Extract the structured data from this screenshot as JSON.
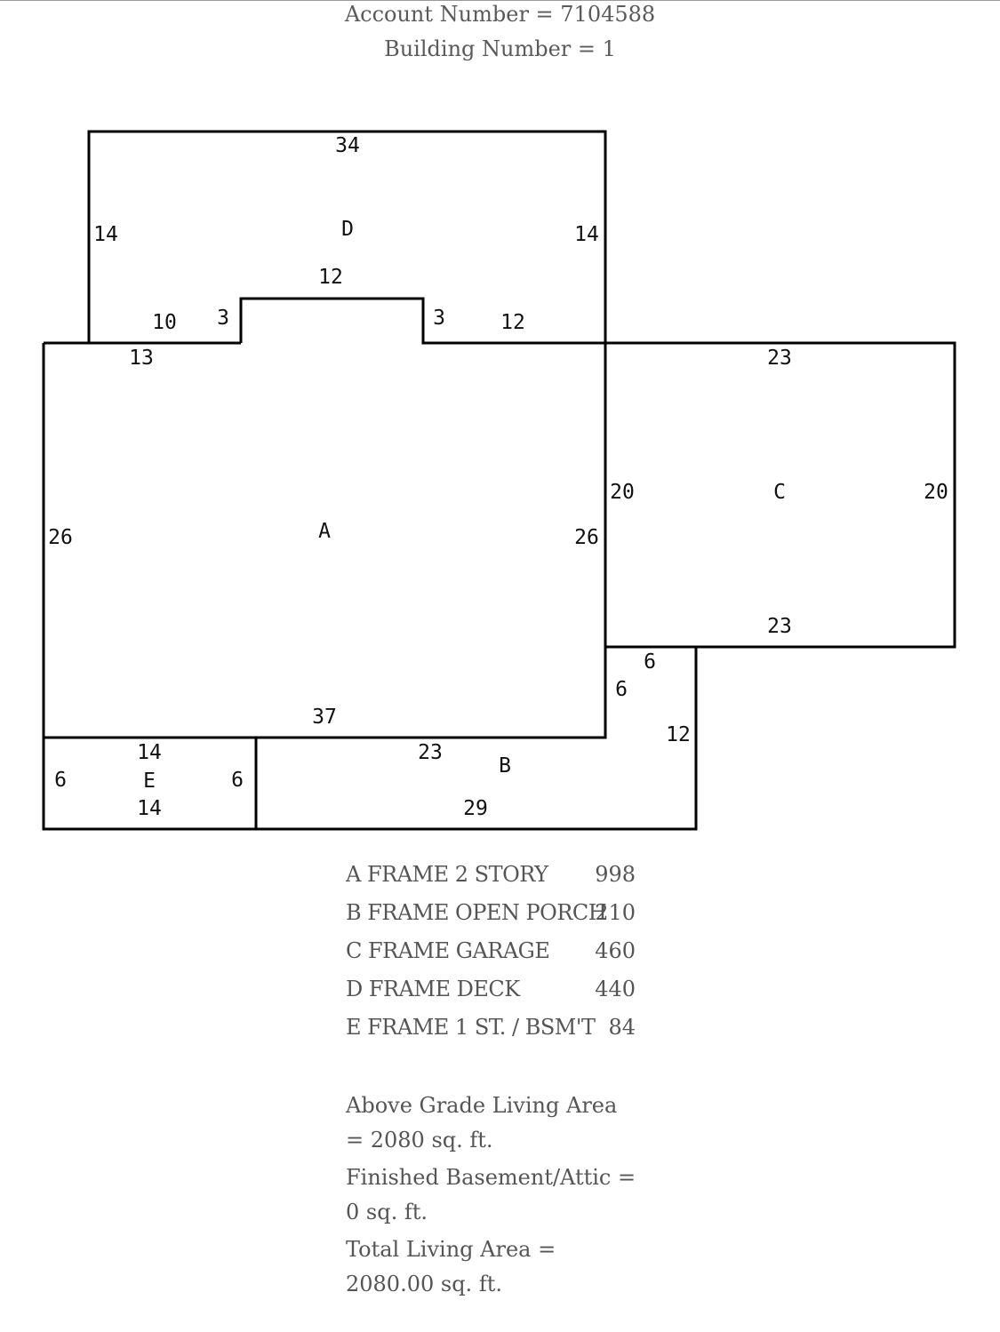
{
  "header": {
    "account": "Account Number = 7104588",
    "building": "Building Number = 1"
  },
  "sketch": {
    "section_labels": {
      "a": "A",
      "b": "B",
      "c": "C",
      "d": "D",
      "e": "E"
    },
    "dimensions": {
      "d_top": "34",
      "d_left": "14",
      "d_right": "14",
      "d_notch_top": "12",
      "d_bottom_left": "10",
      "d_notch_left": "3",
      "d_notch_right": "3",
      "d_bottom_right": "12",
      "a_top_left": "13",
      "a_left": "26",
      "a_right": "26",
      "a_bottom": "37",
      "c_top": "23",
      "c_left": "20",
      "c_right": "20",
      "c_bottom": "23",
      "b_top_step": "6",
      "b_left_step": "6",
      "b_right": "12",
      "b_top": "23",
      "b_bottom": "29",
      "e_top": "14",
      "e_left": "6",
      "e_right": "6",
      "e_bottom": "14"
    }
  },
  "areas": [
    {
      "label": "A FRAME 2 STORY",
      "value": "998"
    },
    {
      "label": "B FRAME OPEN PORCH",
      "value": "210"
    },
    {
      "label": "C FRAME GARAGE",
      "value": "460"
    },
    {
      "label": "D FRAME DECK",
      "value": "440"
    },
    {
      "label": "E FRAME 1 ST. / BSM'T",
      "value": "84"
    }
  ],
  "summary": {
    "above_grade": "Above Grade Living Area = 2080 sq. ft.",
    "finished_basement": "Finished Basement/Attic = 0 sq. ft.",
    "total": "Total Living Area = 2080.00 sq. ft."
  }
}
